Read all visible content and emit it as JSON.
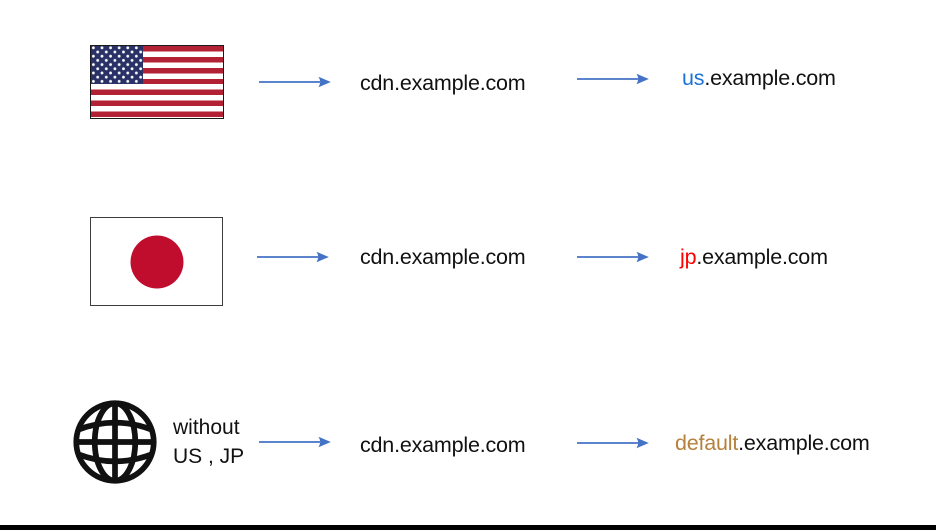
{
  "diagram": {
    "arrow_color": "#4472c4",
    "text_color": "#111111",
    "rows": [
      {
        "source_icon": "us-flag",
        "cdn_domain": "cdn.example.com",
        "target_domain_prefix": "us",
        "target_domain_suffix": ".example.com",
        "target_prefix_color": "#1b73d8"
      },
      {
        "source_icon": "jp-flag",
        "cdn_domain": "cdn.example.com",
        "target_domain_prefix": "jp",
        "target_domain_suffix": ".example.com",
        "target_prefix_color": "#fe0000"
      },
      {
        "source_icon": "globe",
        "source_label_line1": "without",
        "source_label_line2": "US , JP",
        "cdn_domain": "cdn.example.com",
        "target_domain_prefix": "default",
        "target_domain_suffix": ".example.com",
        "target_prefix_color": "#b5813c"
      }
    ]
  }
}
